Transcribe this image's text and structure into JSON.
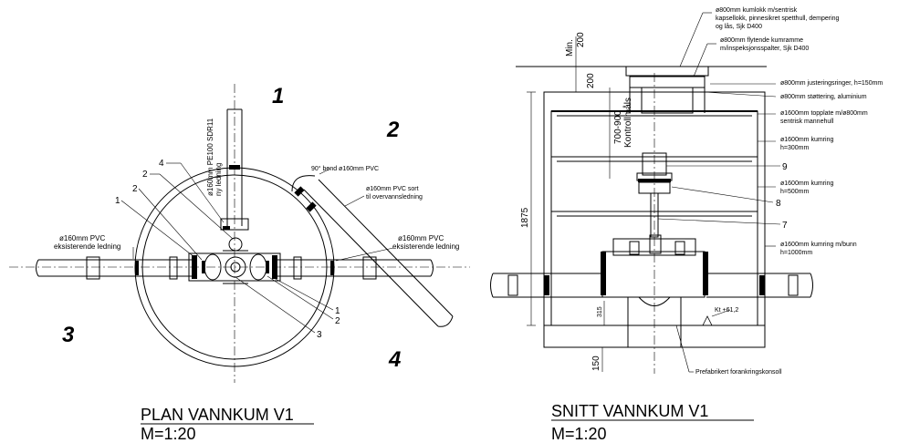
{
  "plan": {
    "title": "PLAN VANNKUM V1",
    "scale": "M=1:20",
    "quadrants": [
      "1",
      "2",
      "3",
      "4"
    ],
    "pipe_top": [
      "ø160mm PE100 SDR11",
      "ny ledning"
    ],
    "bend": "90° bend ø160mm PVC",
    "black_pipe": [
      "ø160mm PVC sort",
      "til overvannsledning"
    ],
    "pipe_left": [
      "ø160mm PVC",
      "eksisterende ledning"
    ],
    "pipe_right": [
      "ø160mm PVC",
      "eksisterende ledning"
    ],
    "callouts": {
      "c4": "4",
      "c2a": "2",
      "c1a": "1",
      "c2b": "2",
      "c1b": "1",
      "c2c": "2",
      "c3": "3"
    }
  },
  "section": {
    "title": "SNITT VANNKUM V1",
    "scale": "M=1:20",
    "dims": {
      "min": "Min.",
      "min_val": "200",
      "top": "200",
      "control": "700-900",
      "control_label": "Kontrollmåls",
      "height": "1875",
      "bottom": "315",
      "base": "150"
    },
    "notes": [
      [
        "ø800mm kumlokk m/sentrisk",
        "kapsellokk, pinnesikret spetthull, dempering",
        "og lås, Sjk D400"
      ],
      [
        "ø800mm flytende kumramme",
        "m/inspeksjonsspalter, Sjk D400"
      ],
      [
        "ø800mm justeringsringer, h=150mm"
      ],
      [
        "ø800mm støttering, aluminium"
      ],
      [
        "ø1600mm topplate m/ø800mm",
        "sentrisk mannehull"
      ],
      [
        "ø1600mm kumring",
        "h=300mm"
      ],
      [
        "ø1600mm kumring",
        "h=500mm"
      ],
      [
        "ø1600mm kumring m/bunn",
        "h=1000mm"
      ]
    ],
    "items": {
      "i9": "9",
      "i8": "8",
      "i7": "7"
    },
    "kt": "Kt +61,2",
    "anchor": "Prefabrikert forankringskonsoll"
  }
}
